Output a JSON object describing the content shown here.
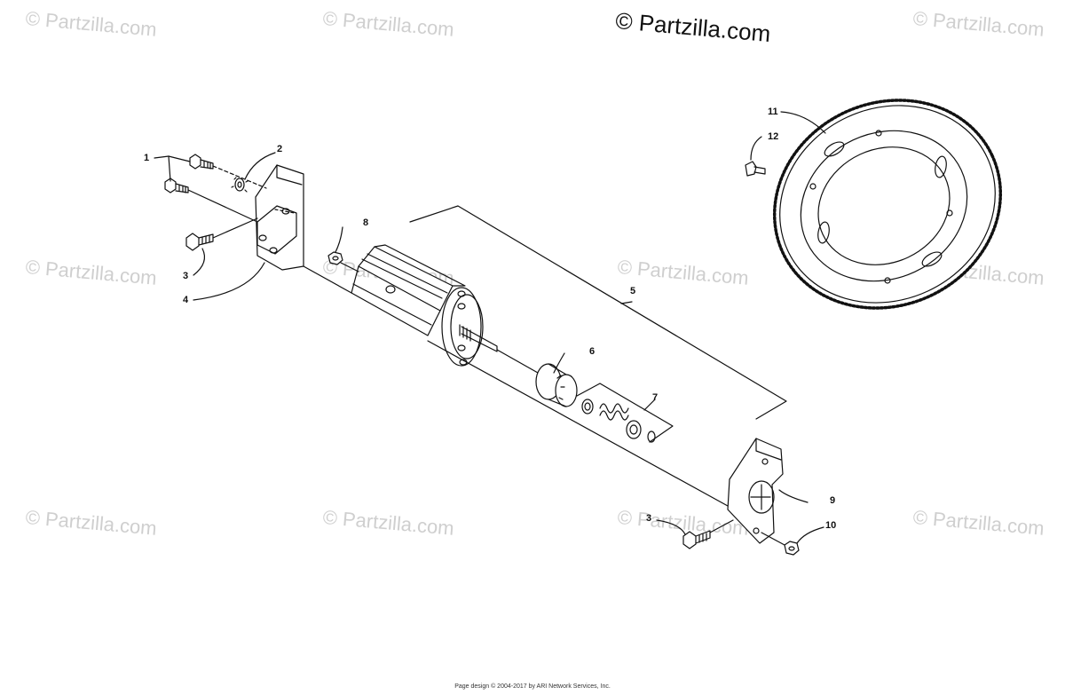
{
  "watermark": {
    "text": "© Partzilla.com",
    "color": "#cfcfcf"
  },
  "brand": {
    "text": "© Partzilla.com"
  },
  "callouts": {
    "c1": "1",
    "c2": "2",
    "c3a": "3",
    "c4": "4",
    "c5": "5",
    "c6": "6",
    "c7": "7",
    "c8": "8",
    "c9": "9",
    "c3b": "3",
    "c10": "10",
    "c11": "11",
    "c12": "12"
  },
  "footer": {
    "text": "Page design © 2004-2017 by ARI Network Services, Inc."
  }
}
